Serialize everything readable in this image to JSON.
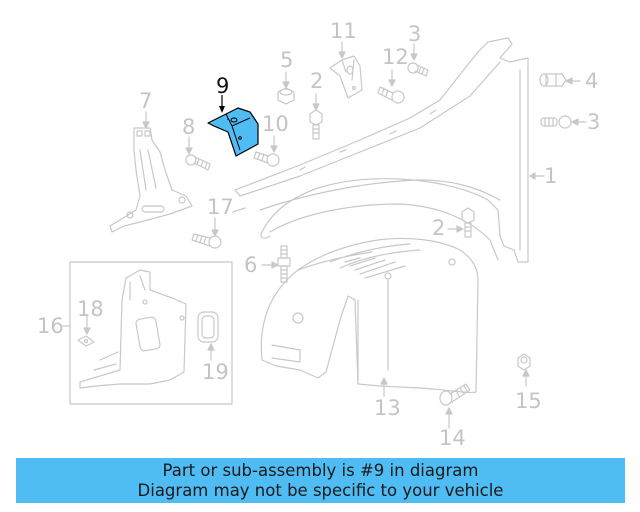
{
  "diagram": {
    "highlighted_part": "9",
    "highlight_color": "#4fbcf4",
    "line_color": "#c8c8c8",
    "callouts": [
      {
        "id": "c1",
        "label": "1"
      },
      {
        "id": "c2a",
        "label": "2"
      },
      {
        "id": "c2b",
        "label": "2"
      },
      {
        "id": "c3a",
        "label": "3"
      },
      {
        "id": "c3b",
        "label": "3"
      },
      {
        "id": "c4",
        "label": "4"
      },
      {
        "id": "c5",
        "label": "5"
      },
      {
        "id": "c6",
        "label": "6"
      },
      {
        "id": "c7",
        "label": "7"
      },
      {
        "id": "c8",
        "label": "8"
      },
      {
        "id": "c9",
        "label": "9"
      },
      {
        "id": "c10",
        "label": "10"
      },
      {
        "id": "c11",
        "label": "11"
      },
      {
        "id": "c12",
        "label": "12"
      },
      {
        "id": "c13",
        "label": "13"
      },
      {
        "id": "c14",
        "label": "14"
      },
      {
        "id": "c15",
        "label": "15"
      },
      {
        "id": "c16",
        "label": "16"
      },
      {
        "id": "c17",
        "label": "17"
      },
      {
        "id": "c18",
        "label": "18"
      },
      {
        "id": "c19",
        "label": "19"
      }
    ]
  },
  "banner": {
    "line1": "Part or sub-assembly is #9 in diagram",
    "line2": "Diagram may not be specific to your vehicle",
    "background": "#4fbcf4"
  }
}
